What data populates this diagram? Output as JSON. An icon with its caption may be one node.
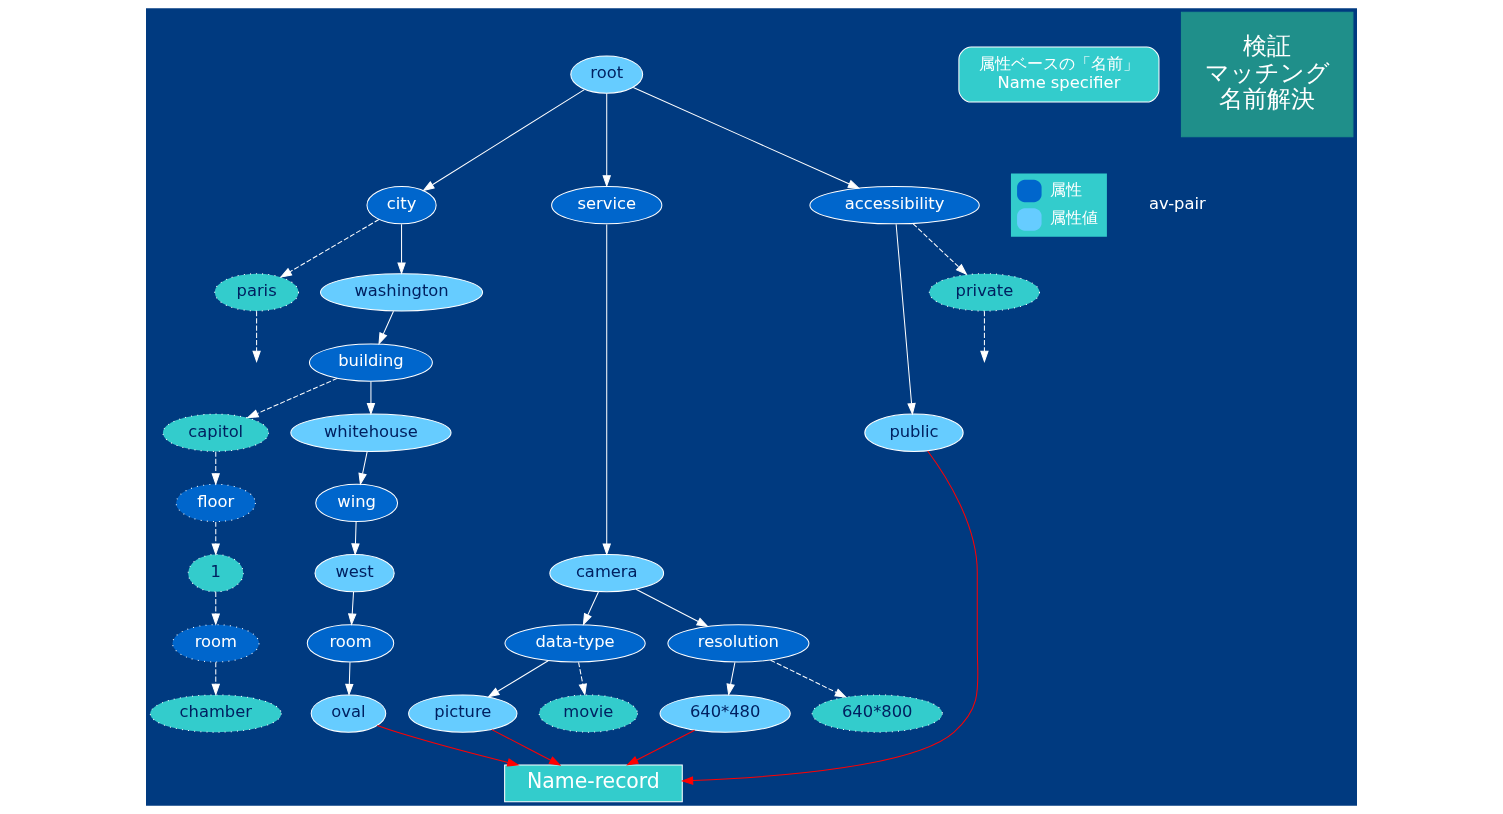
{
  "diagram": {
    "nodes": [
      {
        "text": [
          "root"
        ]
      },
      {
        "text": [
          "city"
        ]
      },
      {
        "text": [
          "service"
        ]
      },
      {
        "text": [
          "accessibility"
        ]
      },
      {
        "text": [
          "paris"
        ]
      },
      {
        "text": [
          "washington"
        ]
      },
      {
        "text": [
          "camera"
        ]
      },
      {
        "text": [
          "public"
        ]
      },
      {
        "text": [
          "private"
        ]
      },
      {
        "text": [
          "building"
        ]
      },
      {
        "text": [
          "data-type"
        ]
      },
      {
        "text": [
          "resolution"
        ]
      },
      {
        "text": [
          "capitol"
        ]
      },
      {
        "text": [
          "whitehouse"
        ]
      },
      {
        "text": [
          "picture"
        ]
      },
      {
        "text": [
          "movie"
        ]
      },
      {
        "text": [
          "640*480"
        ]
      },
      {
        "text": [
          "640*800"
        ]
      },
      {
        "text": [
          "floor"
        ]
      },
      {
        "text": [
          "wing"
        ]
      },
      {
        "text": [
          "1"
        ]
      },
      {
        "text": [
          "west"
        ]
      },
      {
        "text": [
          "room"
        ]
      },
      {
        "text": [
          "room"
        ]
      },
      {
        "text": [
          "chamber"
        ]
      },
      {
        "text": [
          "oval"
        ]
      },
      {
        "text": [
          "Name-record"
        ]
      },
      {
        "text": [
          "属性ベースの「名前」",
          "Name specifier"
        ]
      },
      {
        "text": [
          "検証",
          "マッチング",
          "名前解決"
        ]
      }
    ],
    "edges": [
      {
        "from": 0,
        "to": 1,
        "arrow": "to"
      },
      {
        "from": 0,
        "to": 2,
        "arrow": "to"
      },
      {
        "from": 0,
        "to": 3,
        "arrow": "to"
      },
      {
        "from": 1,
        "to": 4,
        "arrow": "to",
        "style": "dashed"
      },
      {
        "from": 1,
        "to": 5,
        "arrow": "to"
      },
      {
        "from": 2,
        "to": 6,
        "arrow": "to"
      },
      {
        "from": 3,
        "to": 7,
        "arrow": "to"
      },
      {
        "from": 3,
        "to": 8,
        "arrow": "to",
        "style": "dashed"
      },
      {
        "from": 4,
        "to": null,
        "arrow": "to",
        "style": "dashed"
      },
      {
        "from": 8,
        "to": null,
        "arrow": "to",
        "style": "dashed"
      },
      {
        "from": 5,
        "to": 9,
        "arrow": "to"
      },
      {
        "from": 6,
        "to": 10,
        "arrow": "to"
      },
      {
        "from": 6,
        "to": 11,
        "arrow": "to"
      },
      {
        "from": 9,
        "to": 12,
        "arrow": "to",
        "style": "dashed"
      },
      {
        "from": 9,
        "to": 13,
        "arrow": "to"
      },
      {
        "from": 10,
        "to": 14,
        "arrow": "to"
      },
      {
        "from": 10,
        "to": 15,
        "arrow": "to",
        "style": "dashed"
      },
      {
        "from": 11,
        "to": 16,
        "arrow": "to"
      },
      {
        "from": 11,
        "to": 17,
        "arrow": "to",
        "style": "dashed"
      },
      {
        "from": 12,
        "to": 18,
        "arrow": "to",
        "style": "dashed"
      },
      {
        "from": 13,
        "to": 19,
        "arrow": "to"
      },
      {
        "from": 18,
        "to": 20,
        "arrow": "to",
        "style": "dashed"
      },
      {
        "from": 19,
        "to": 21,
        "arrow": "to"
      },
      {
        "from": 20,
        "to": 22,
        "arrow": "to",
        "style": "dashed"
      },
      {
        "from": 21,
        "to": 23,
        "arrow": "to"
      },
      {
        "from": 22,
        "to": 24,
        "arrow": "to",
        "style": "dashed"
      },
      {
        "from": 23,
        "to": 25,
        "arrow": "to"
      },
      {
        "from": 25,
        "to": 26,
        "arrow": "to",
        "color": "#ff0000"
      },
      {
        "from": 14,
        "to": 26,
        "arrow": "to",
        "color": "#ff0000"
      },
      {
        "from": 16,
        "to": 26,
        "arrow": "to",
        "color": "#ff0000"
      },
      {
        "from": 7,
        "to": 26,
        "arrow": "to",
        "color": "#ff0000"
      }
    ],
    "labels": [
      "av-pair"
    ],
    "legend": [
      {
        "text": "属性",
        "color": "#0066cc"
      },
      {
        "text": "属性値",
        "color": "#66ccff"
      }
    ]
  }
}
